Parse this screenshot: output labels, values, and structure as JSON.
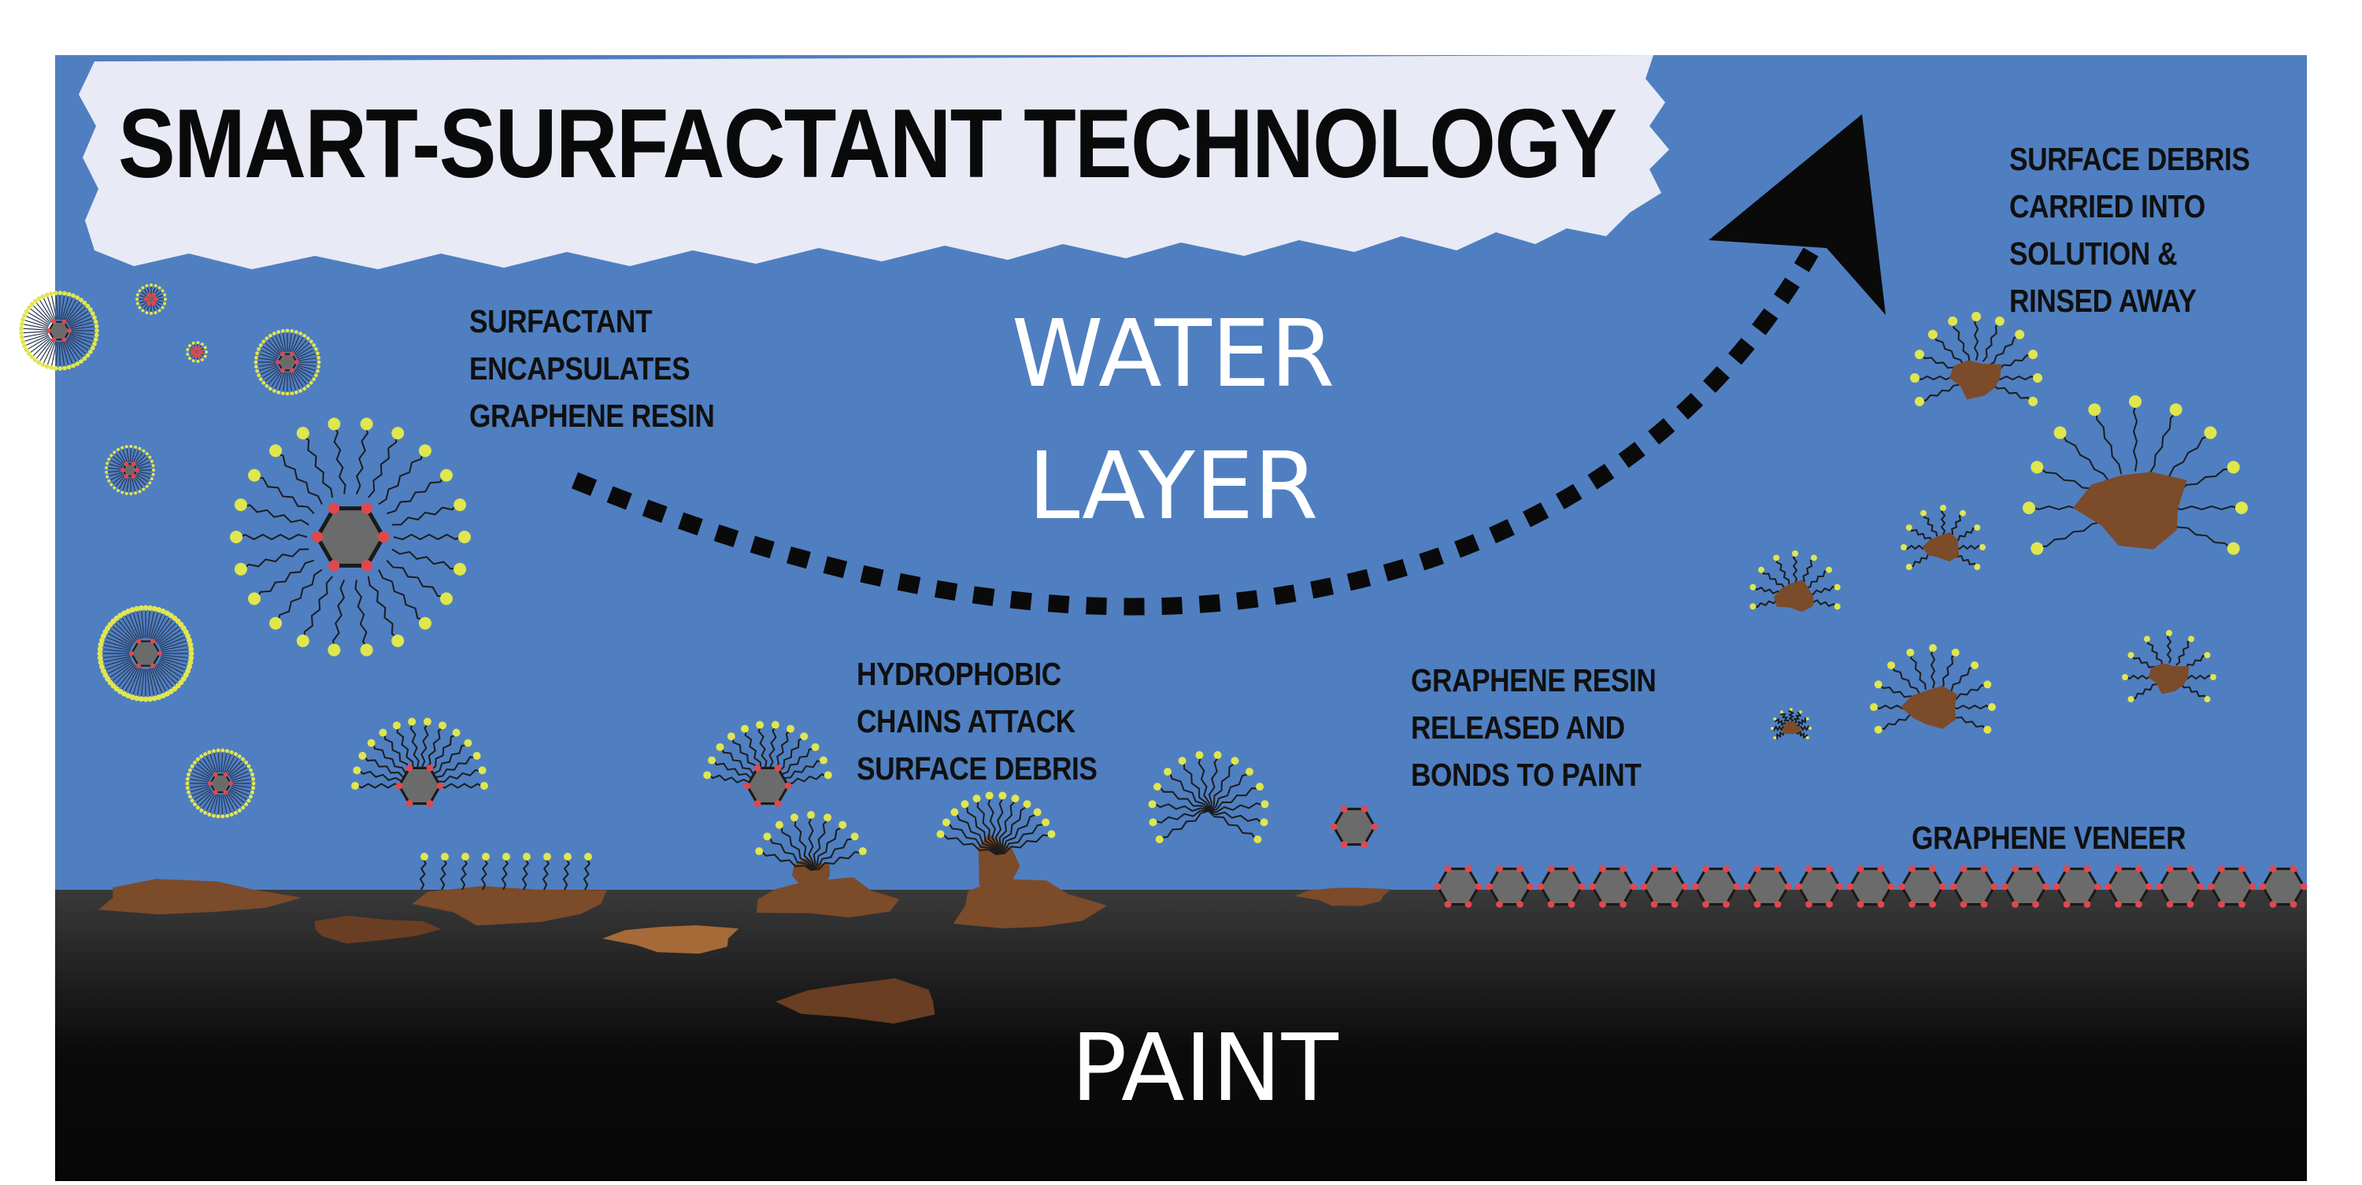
{
  "title": "SMART-SURFACTANT TECHNOLOGY",
  "regions": {
    "water": "WATER\nLAYER",
    "paint": "PAINT"
  },
  "labels": {
    "encapsulates": "SURFACTANT\nENCAPSULATES\nGRAPHENE RESIN",
    "hydrophobic": "HYDROPHOBIC\nCHAINS ATTACK\nSURFACE DEBRIS",
    "released": "GRAPHENE RESIN\nRELEASED AND\nBONDS TO PAINT",
    "debris": "SURFACE DEBRIS\nCARRIED INTO\nSOLUTION &\nRINSED AWAY",
    "veneer": "GRAPHENE VENEER"
  },
  "colors": {
    "water": "#4f7fc1",
    "paint": "#070707",
    "title_banner": "#e8eaf6",
    "surfactant_head": "#e0e64e",
    "graphene": "#6b6b6b",
    "graphene_node": "#e0484d",
    "debris": "#7b4b2a",
    "debris_light": "#a56a38"
  }
}
